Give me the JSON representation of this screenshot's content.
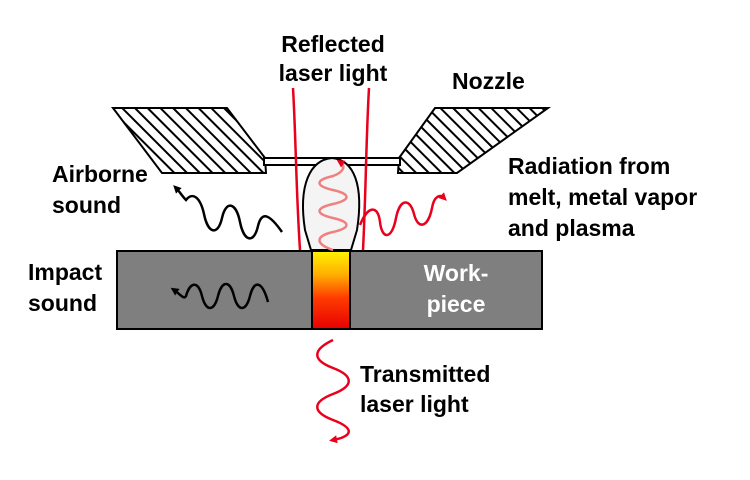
{
  "labels": {
    "reflected_line1": "Reflected",
    "reflected_line2": "laser light",
    "nozzle": "Nozzle",
    "airborne_line1": "Airborne",
    "airborne_line2": "sound",
    "radiation_line1": "Radiation from",
    "radiation_line2": "melt, metal vapor",
    "radiation_line3": "and plasma",
    "impact_line1": "Impact",
    "impact_line2": "sound",
    "workpiece_line1": "Work-",
    "workpiece_line2": "piece",
    "transmitted_line1": "Transmitted",
    "transmitted_line2": "laser light"
  },
  "colors": {
    "laser_red": "#e8001c",
    "workpiece_gray": "#7f7f7f",
    "melt_gradient": [
      "#ffe600",
      "#ff9900",
      "#ff2a00",
      "#e80000"
    ],
    "outline": "#000000"
  }
}
